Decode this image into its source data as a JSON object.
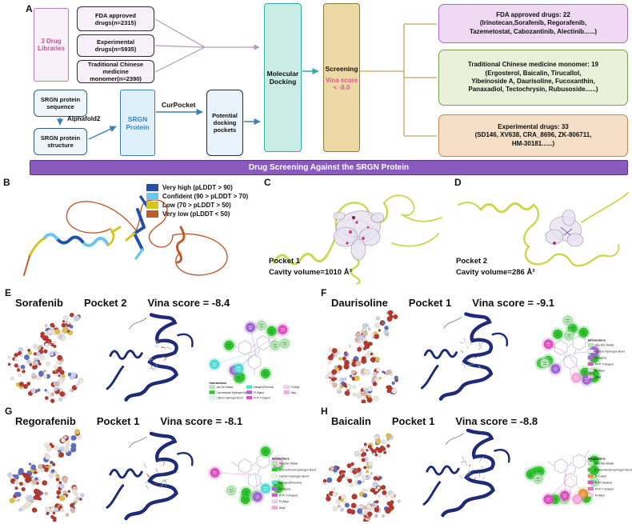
{
  "colors": {
    "banner_bg": "#8a5bbf",
    "molecular_docking_box": "#c9ece4",
    "screening_box": "#ecd9a4",
    "vina_text": "#e0559a",
    "library_text": "#c2559d",
    "fda_result_box": "#efd9f3",
    "tcm_result_box": "#ebf0da",
    "exp_result_box": "#f5dfc6",
    "workflow_arrow": "#3f7fb5",
    "library_arrow": "#b49aba",
    "result_connector": "#c8a060"
  },
  "panelA": {
    "label": "A",
    "libraries_box": "3 Drug\nLibraries",
    "library_items": [
      "FDA approved\ndrugs(n=2315)",
      "Experimental\ndrugs(n=5935)",
      "Traditional Chinese\nmedicine\nmonomer(n=2390)"
    ],
    "molecular_docking": "Molecular\nDocking",
    "screening": "Screening",
    "vina_threshold": "Vina score\n< -8.0",
    "results": [
      "FDA approved drugs: 22\n(Irinotecan,Sorafenib, Regorafenib,\nTazemetostat, Cabozantinib, Alectinib......)",
      "Traditional Chinese medicine monomer: 19\n(Ergosterol, Baicalin, Tirucallol,\nYibeinoside A, Daurisoline, Fucoxanthin,\nPanaxadiol, Tectochrysin, Rubusoside......)",
      "Experimental drugs: 33\n(SD146, XV638, CRA_8696, ZK-806711,\nHM-30181......)"
    ],
    "sequence_box": "SRGN protein\nsequence",
    "alphafold_label": "Alphafold2",
    "structure_box": "SRGN protein\nstructure",
    "srgn_protein_box": "SRGN\nProtein",
    "curpocket_label": "CurPocket",
    "pockets_box": "Potential\ndocking\npockets",
    "banner": "Drug Screening Against the SRGN Protein"
  },
  "panelB": {
    "label": "B",
    "legend": [
      {
        "label": "Very high (pLDDT > 90)",
        "color": "#2152a8"
      },
      {
        "label": "Confident (90 > pLDDT > 70)",
        "color": "#6cc5ee"
      },
      {
        "label": "Low (70 > pLDDT > 50)",
        "color": "#d4c420"
      },
      {
        "label": "Very low (pLDDT < 50)",
        "color": "#bd5b2e"
      }
    ]
  },
  "panelC": {
    "label": "C",
    "pocket": "Pocket 1",
    "cavity": "Cavity volume=1010 Å³"
  },
  "panelD": {
    "label": "D",
    "pocket": "Pocket 2",
    "cavity": "Cavity volume=286 Å³"
  },
  "docking_panels": [
    {
      "label": "E",
      "drug": "Sorafenib",
      "pocket": "Pocket 2",
      "score": "Vina score = -8.4",
      "legend_title": "Interactions",
      "legend_pos": "bottom",
      "legend": [
        {
          "label": "Van Der Waals",
          "color": "#b7e6b7"
        },
        {
          "label": "Conventional Hydrogen Bond",
          "color": "#2fc72f"
        },
        {
          "label": "Carbon Hydrogen Bond",
          "color": "#e3f6e3"
        },
        {
          "label": "Halogen(Fluorine)",
          "color": "#4fe0dc"
        },
        {
          "label": "Pi-Sigma",
          "color": "#a565d8"
        },
        {
          "label": "Pi-Pi T-shaped",
          "color": "#e34fc0"
        },
        {
          "label": "Pi-Alkyl",
          "color": "#f6cdef"
        },
        {
          "label": "Alkyl",
          "color": "#f9a8dd"
        }
      ],
      "circles": [
        {
          "color": "#2fc72f",
          "count": 5
        },
        {
          "color": "#b7e6b7",
          "count": 3
        },
        {
          "color": "#a565d8",
          "count": 2
        },
        {
          "color": "#4fe0dc",
          "count": 2
        },
        {
          "color": "#e34fc0",
          "count": 1
        }
      ]
    },
    {
      "label": "F",
      "drug": "Daurisoline",
      "pocket": "Pocket 1",
      "score": "Vina score = -9.1",
      "legend_title": "Interactions",
      "legend_pos": "right",
      "legend": [
        {
          "label": "Van Der Waals",
          "color": "#b7e6b7"
        },
        {
          "label": "Carbon Hydrogen Bond",
          "color": "#e3f6e3"
        },
        {
          "label": "Pi-Sigma",
          "color": "#a565d8"
        },
        {
          "label": "Pi-Pi T-shaped",
          "color": "#e34fc0"
        },
        {
          "label": "Pi-Alkyl",
          "color": "#f6cdef"
        },
        {
          "label": "Alkyl",
          "color": "#f9a8dd"
        }
      ],
      "circles": [
        {
          "color": "#2fc72f",
          "count": 9
        },
        {
          "color": "#b7e6b7",
          "count": 3
        },
        {
          "color": "#a565d8",
          "count": 3
        },
        {
          "color": "#e34fc0",
          "count": 1
        },
        {
          "color": "#f9a8dd",
          "count": 1
        }
      ]
    },
    {
      "label": "G",
      "drug": "Regorafenib",
      "pocket": "Pocket 1",
      "score": "Vina score = -8.1",
      "legend_title": "Interactions",
      "legend_pos": "right",
      "legend": [
        {
          "label": "Van Der Waals",
          "color": "#b7e6b7"
        },
        {
          "label": "Conventional Hydrogen Bond",
          "color": "#2fc72f"
        },
        {
          "label": "Carbon Hydrogen Bond",
          "color": "#e3f6e3"
        },
        {
          "label": "Halogen(Fluorine)",
          "color": "#4fe0dc"
        },
        {
          "label": "Pi-Sigma",
          "color": "#a565d8"
        },
        {
          "label": "Pi-Pi T-shaped",
          "color": "#e34fc0"
        },
        {
          "label": "Pi-Alkyl",
          "color": "#f6cdef"
        },
        {
          "label": "Alkyl",
          "color": "#f9a8dd"
        }
      ],
      "circles": [
        {
          "color": "#2fc72f",
          "count": 6
        },
        {
          "color": "#b7e6b7",
          "count": 2
        },
        {
          "color": "#4fe0dc",
          "count": 1
        },
        {
          "color": "#a565d8",
          "count": 1
        },
        {
          "color": "#e34fc0",
          "count": 1
        },
        {
          "color": "#f6cdef",
          "count": 1
        }
      ]
    },
    {
      "label": "H",
      "drug": "Baicalin",
      "pocket": "Pocket 1",
      "score": "Vina score = -8.8",
      "legend_title": "Interactions",
      "legend_pos": "right",
      "legend": [
        {
          "label": "Van Der Waals",
          "color": "#b7e6b7"
        },
        {
          "label": "Conventional Hydrogen Bond",
          "color": "#2fc72f"
        },
        {
          "label": "Pi-Cation",
          "color": "#f0932a"
        },
        {
          "label": "Pi-Pi Stacked",
          "color": "#e34fc0"
        },
        {
          "label": "Pi-Pi T-shaped",
          "color": "#ef6dc8"
        },
        {
          "label": "Pi-Alkyl",
          "color": "#f6cdef"
        }
      ],
      "circles": [
        {
          "color": "#2fc72f",
          "count": 7
        },
        {
          "color": "#b7e6b7",
          "count": 3
        },
        {
          "color": "#f0932a",
          "count": 1
        },
        {
          "color": "#e34fc0",
          "count": 2
        },
        {
          "color": "#f9a8dd",
          "count": 1
        }
      ]
    }
  ]
}
